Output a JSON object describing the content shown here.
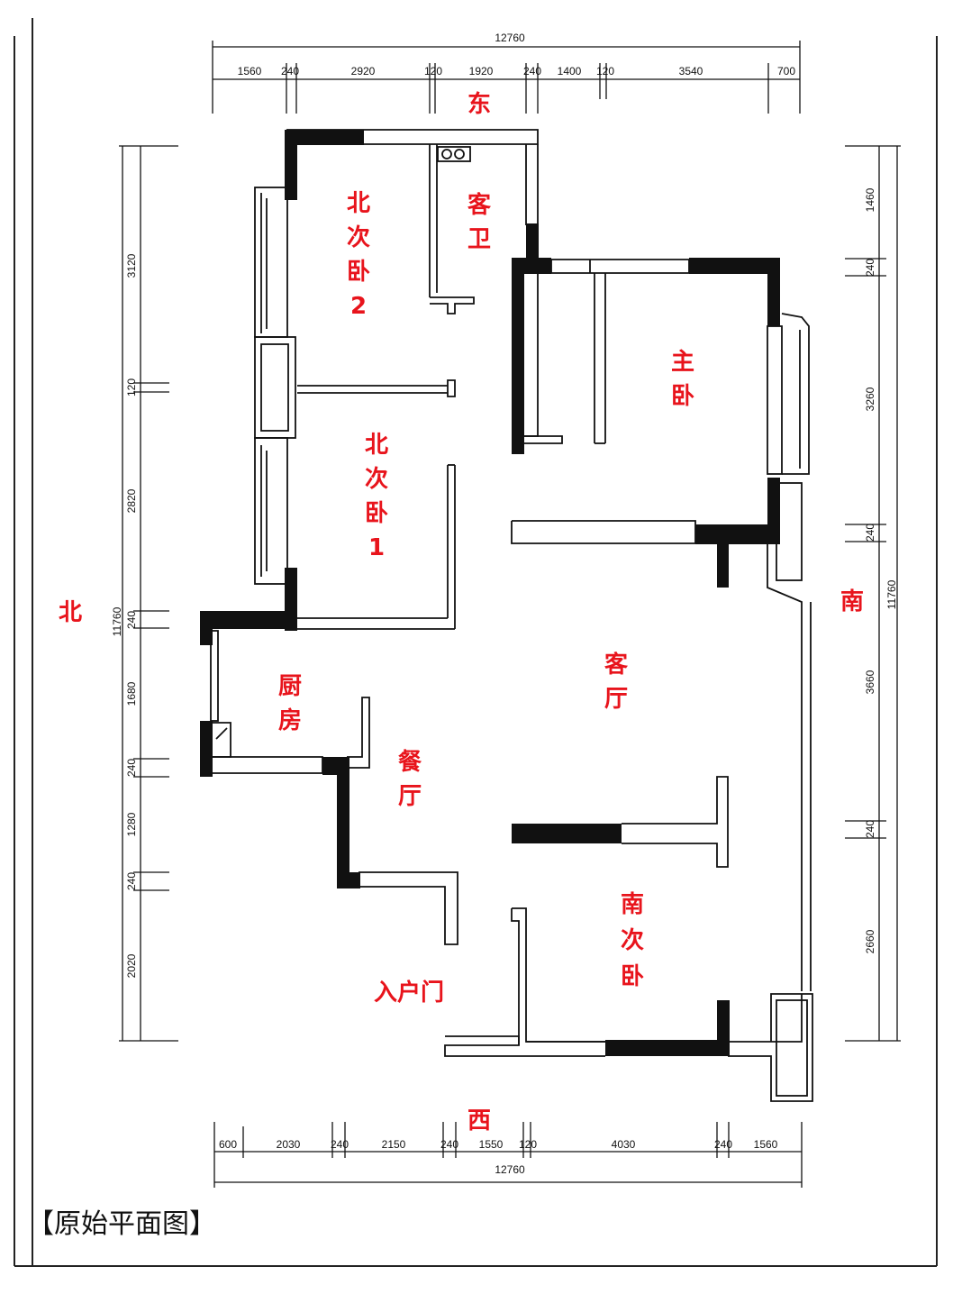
{
  "caption": "【原始平面图】",
  "directions": {
    "top": "东",
    "bottom": "西",
    "left": "北",
    "right": "南"
  },
  "rooms": {
    "north_bedroom_2": [
      "北",
      "次",
      "卧",
      "2"
    ],
    "guest_bath": [
      "客",
      "卫"
    ],
    "master_bedroom": [
      "主",
      "卧"
    ],
    "north_bedroom_1": [
      "北",
      "次",
      "卧",
      "1"
    ],
    "kitchen": [
      "厨",
      "房"
    ],
    "living_room": [
      "客",
      "厅"
    ],
    "dining_room": [
      "餐",
      "厅"
    ],
    "entrance": "入户门",
    "south_bedroom": [
      "南",
      "次",
      "卧"
    ]
  },
  "dimensions": {
    "top_total": "12760",
    "top_segments": [
      "1560",
      "240",
      "2920",
      "120",
      "1920",
      "240",
      "1400",
      "120",
      "3540",
      "700"
    ],
    "bottom_total": "12760",
    "bottom_segments": [
      "600",
      "2030",
      "240",
      "2150",
      "240",
      "1550",
      "120",
      "4030",
      "240",
      "1560"
    ],
    "left_total": "11760",
    "left_segments": [
      "3120",
      "120",
      "2820",
      "240",
      "1680",
      "240",
      "1280",
      "240",
      "2020"
    ],
    "right_total": "11760",
    "right_segments": [
      "1460",
      "240",
      "3260",
      "240",
      "3660",
      "240",
      "2660"
    ]
  }
}
